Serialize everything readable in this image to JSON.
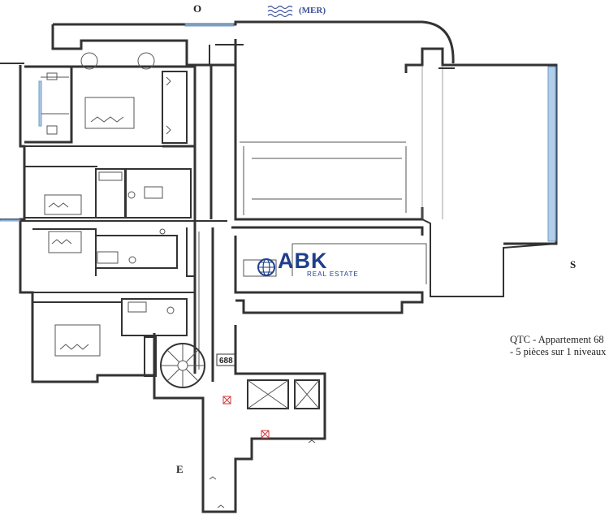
{
  "compass": {
    "north": "O",
    "east": "S",
    "south": "E"
  },
  "sea_label": "(MER)",
  "apartment_number": "688",
  "logo": {
    "name": "ABK",
    "tagline": "REAL ESTATE"
  },
  "caption": {
    "line1": "QTC - Appartement 68",
    "line2": "- 5 pièces sur 1 niveaux"
  },
  "colors": {
    "glass": "#9ec3e6",
    "logo": "#1f3f8c",
    "walls": "#333333",
    "marker": "#d23a3a"
  },
  "icons": [
    "wave-icon",
    "globe-icon",
    "spiral-staircase-icon",
    "elevator-icon",
    "fire-alarm-icon"
  ]
}
